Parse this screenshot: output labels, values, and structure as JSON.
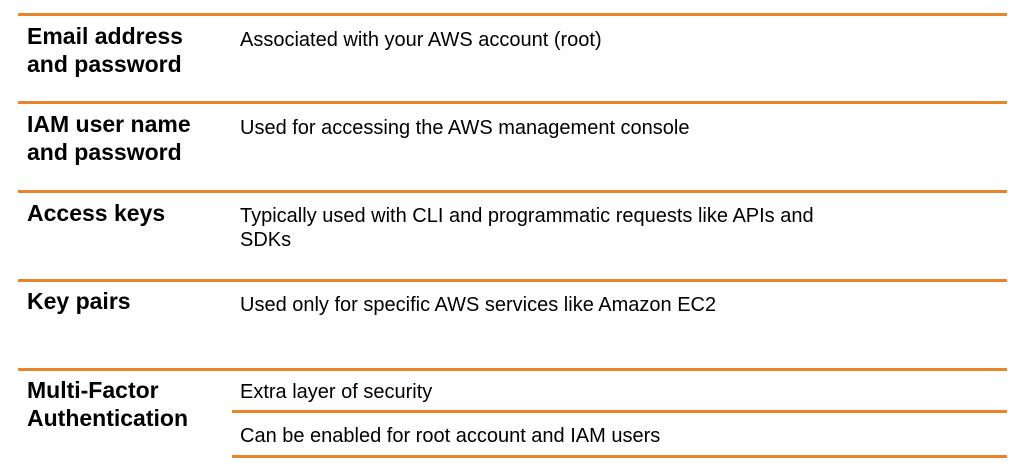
{
  "accent_color": "#E8852A",
  "rows": [
    {
      "term": "Email address\nand password",
      "description": "Associated with your AWS account (root)"
    },
    {
      "term": "IAM user name\nand password",
      "description": "Used for accessing the AWS management  console"
    },
    {
      "term": "Access keys",
      "description": "Typically used with CLI and programmatic  requests like APIs and\nSDKs"
    },
    {
      "term": "Key pairs",
      "description": "Used only for specific AWS services like Amazon  EC2"
    },
    {
      "term": "Multi-Factor\nAuthentication",
      "descriptions": [
        "Extra layer of security",
        "Can be enabled for root account and IAM users"
      ]
    }
  ]
}
